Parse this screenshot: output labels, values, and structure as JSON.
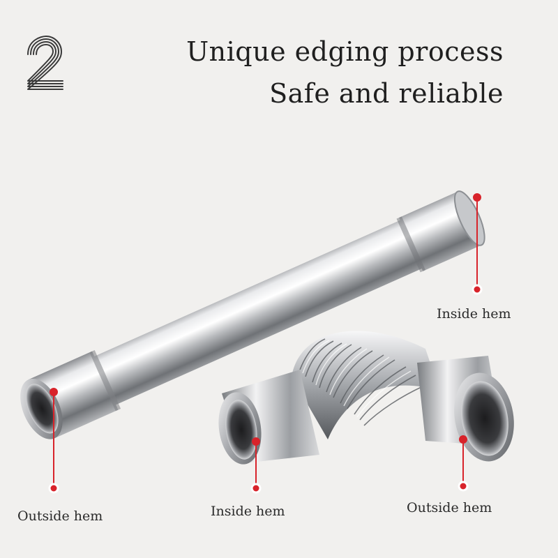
{
  "step_number": "2",
  "headline": {
    "line1": "Unique edging process",
    "line2": "Safe and reliable"
  },
  "callouts": [
    {
      "id": "straight-pipe-top-end",
      "label": "Inside hem"
    },
    {
      "id": "straight-pipe-bottom-end",
      "label": "Outside hem"
    },
    {
      "id": "elbow-left-end",
      "label": "Inside hem"
    },
    {
      "id": "elbow-right-end",
      "label": "Outside hem"
    }
  ],
  "colors": {
    "background": "#f1f0ee",
    "accent_red": "#d8232a",
    "text": "#1f1f1f"
  }
}
